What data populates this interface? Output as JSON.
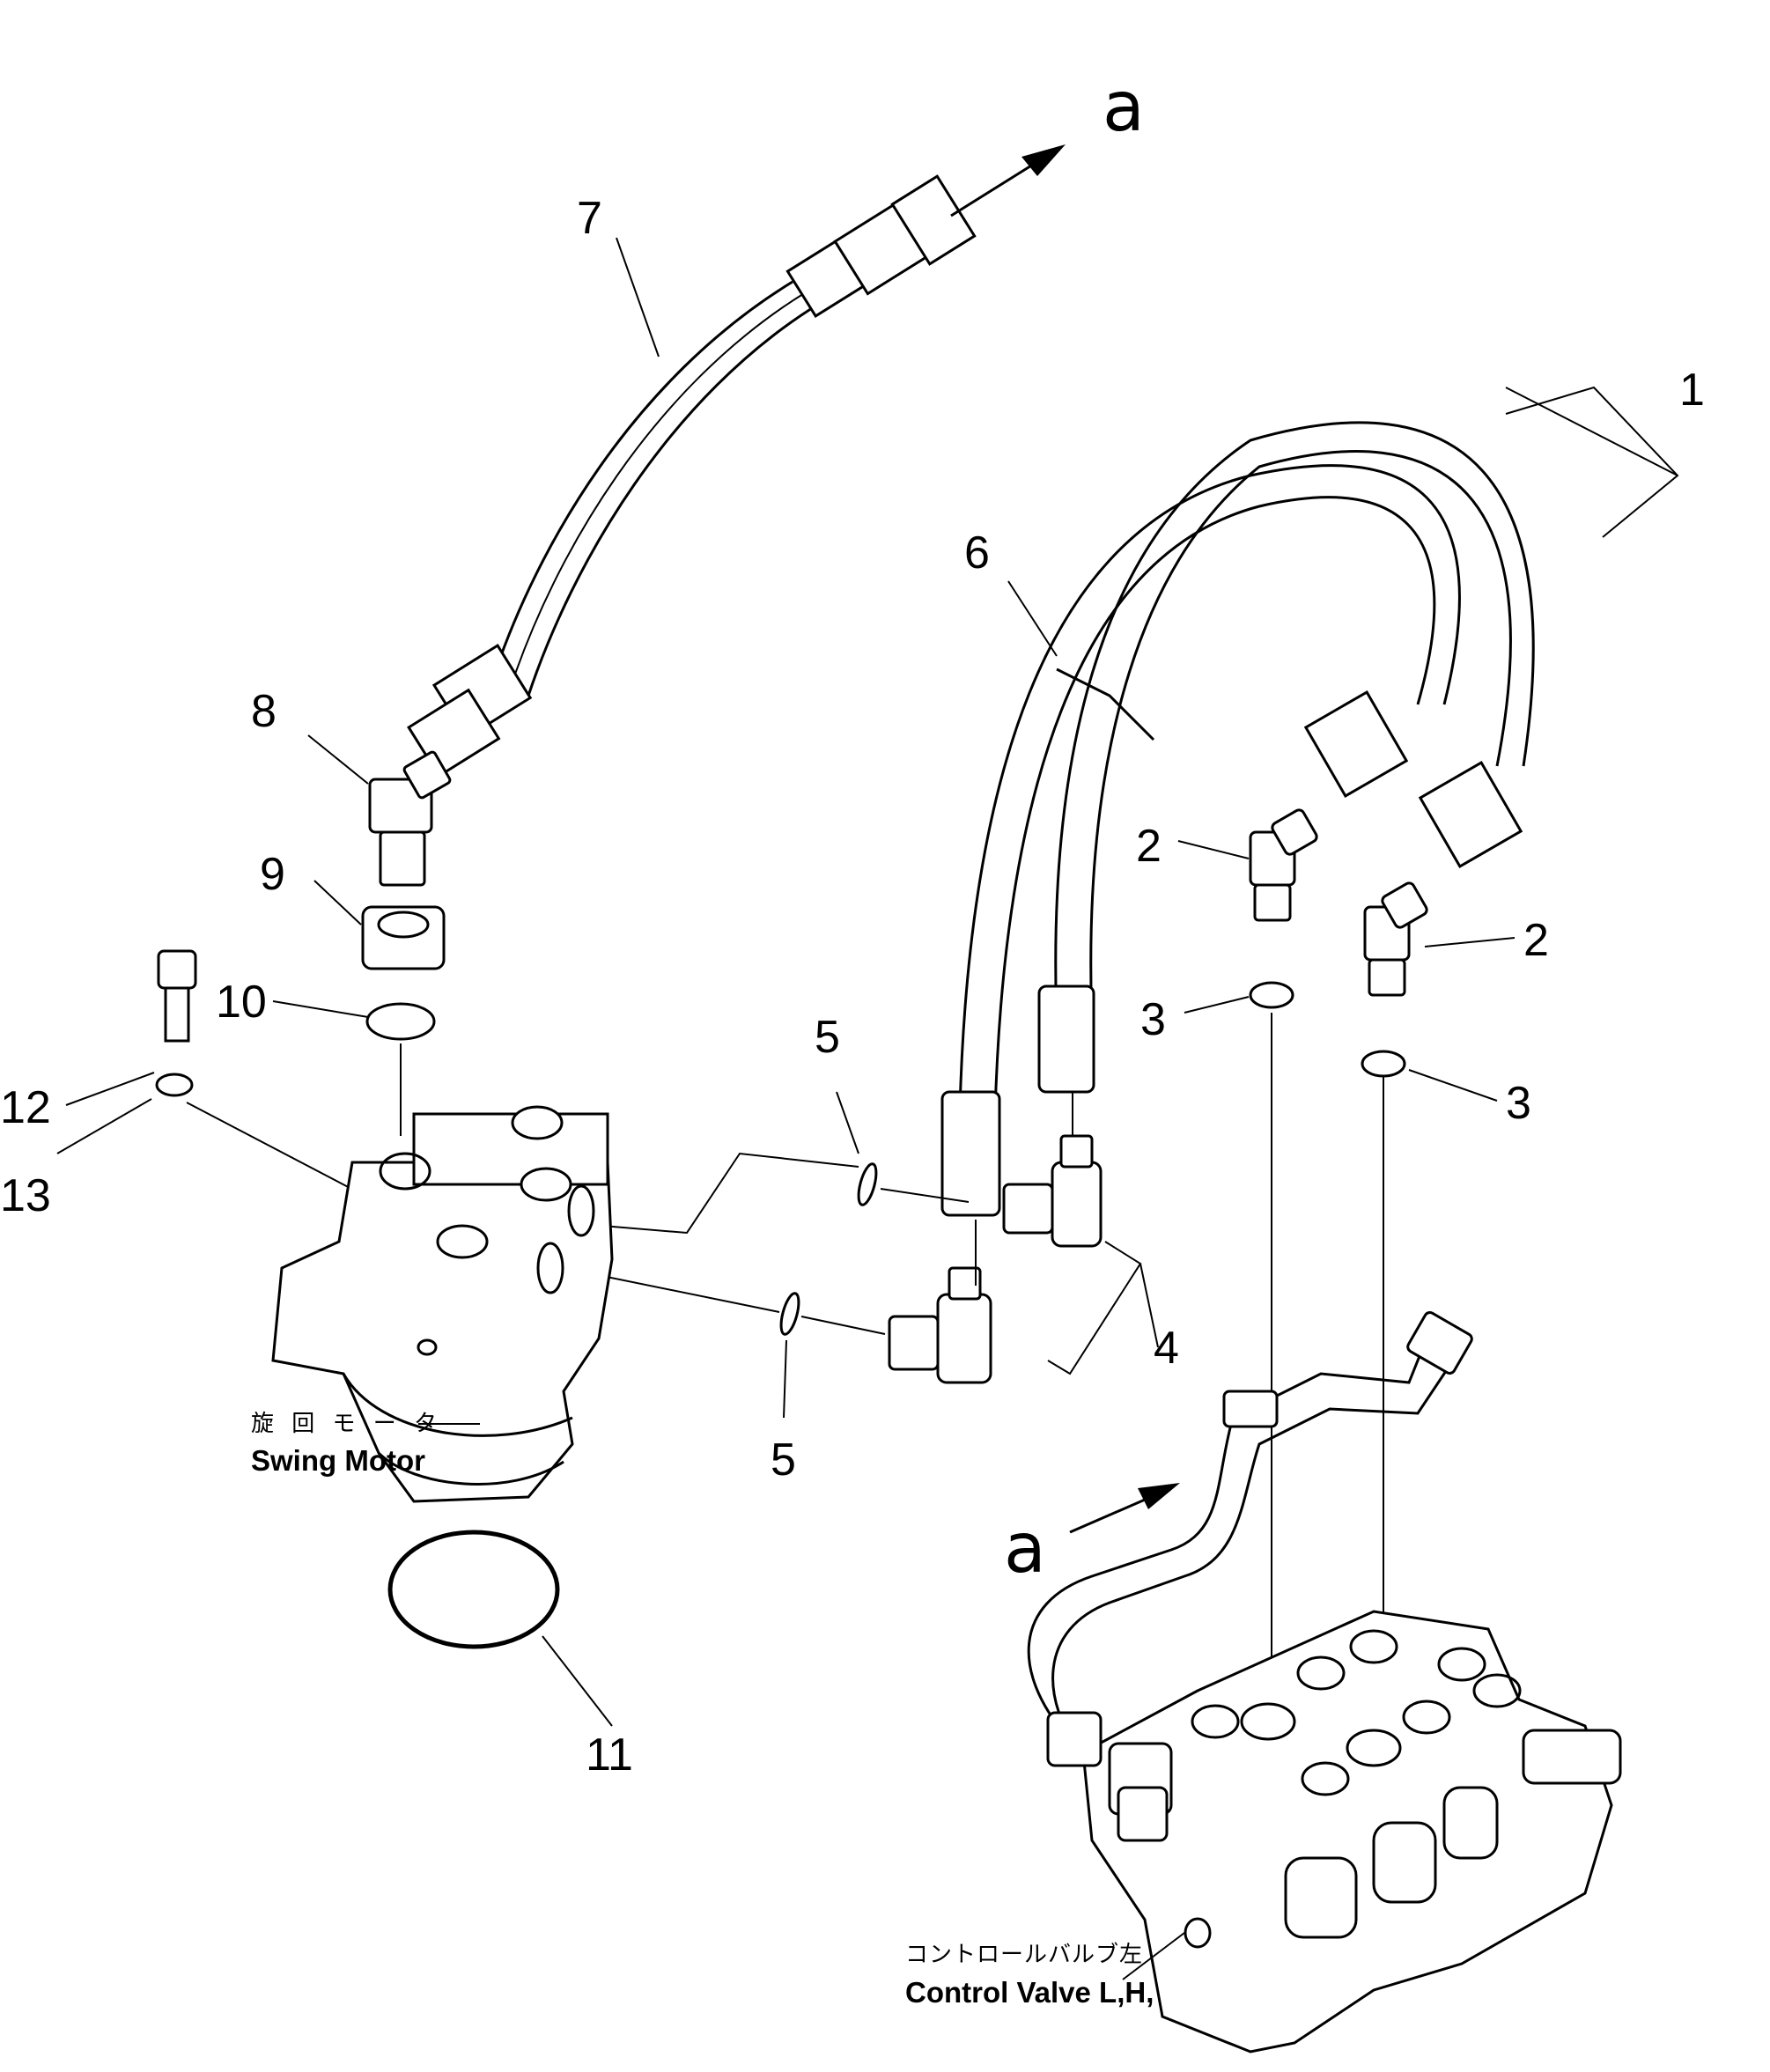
{
  "callouts": {
    "n1": "1",
    "n2a": "2",
    "n2b": "2",
    "n3a": "3",
    "n3b": "3",
    "n4": "4",
    "n5a": "5",
    "n5b": "5",
    "n6": "6",
    "n7": "7",
    "n8": "8",
    "n9": "9",
    "n10": "10",
    "n11": "11",
    "n12": "12",
    "n13": "13"
  },
  "arrows": {
    "top": "a",
    "bottom": "a"
  },
  "captions": {
    "swing_motor_jp": "旋 回 モ ー タ",
    "swing_motor_en": "Swing Motor",
    "control_valve_jp": "コントロールバルブ左",
    "control_valve_en": "Control Valve L,H,"
  }
}
